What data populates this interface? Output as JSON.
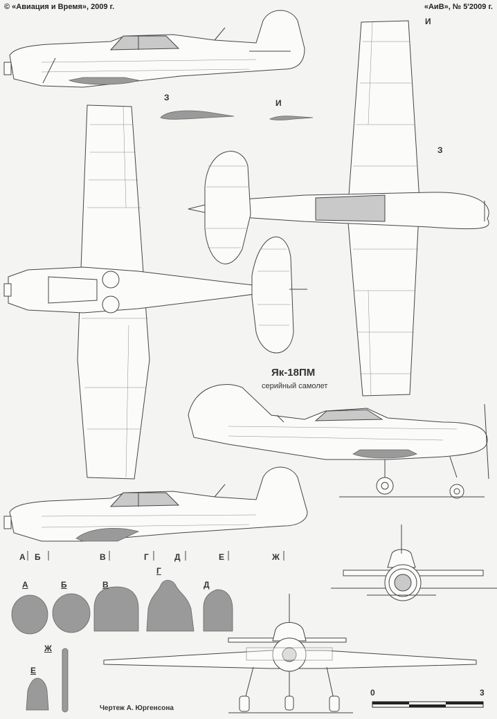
{
  "header": {
    "left": "© «Авиация и Время», 2009 г.",
    "right": "«АиВ», № 5'2009 г."
  },
  "aircraft": {
    "title": "Як-18ПМ",
    "subtitle": "серийный самолет"
  },
  "section_marks": {
    "z_top": "З",
    "i_top": "И",
    "i_right": "И",
    "z_right": "З",
    "row": [
      "А",
      "Б",
      "В",
      "Г",
      "Д",
      "Е",
      "Ж"
    ]
  },
  "cross_sections": {
    "a": "А",
    "b": "Б",
    "v": "В",
    "g": "Г",
    "d": "Д",
    "e": "Е",
    "zh": "Ж"
  },
  "scale": {
    "start": "0",
    "end": "3"
  },
  "credit": "Чертеж А. Юргенсона"
}
